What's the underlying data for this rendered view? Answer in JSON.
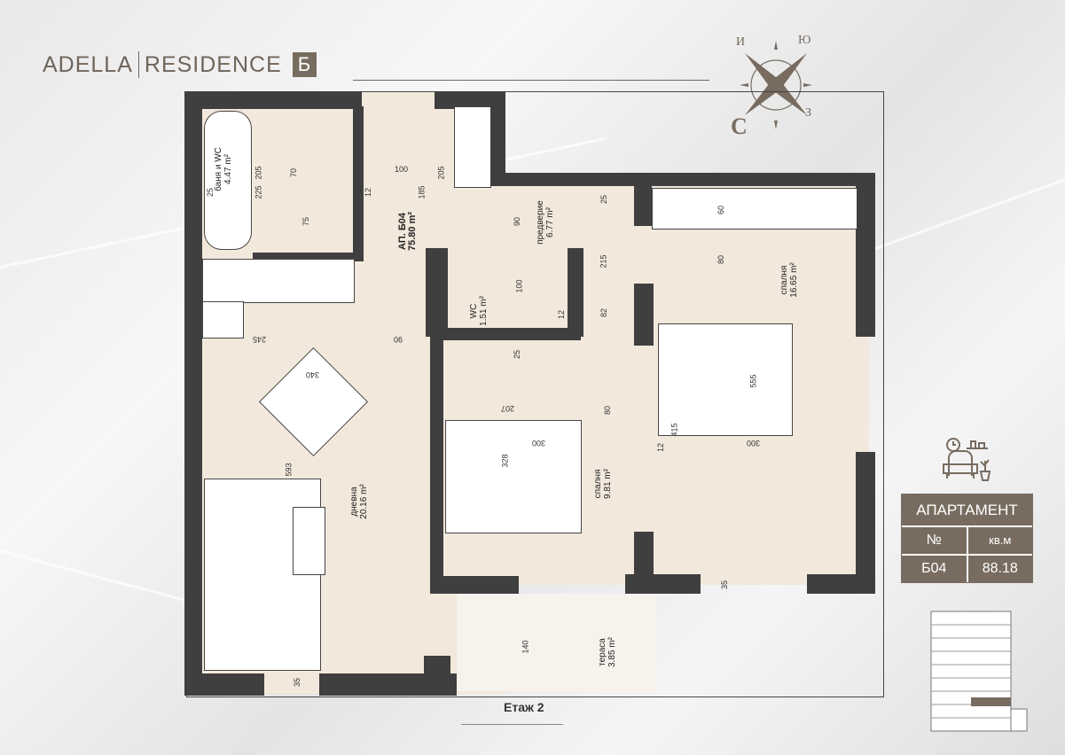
{
  "brand": {
    "name1": "ADELLA",
    "name2": "RESIDENCE",
    "block": "Б"
  },
  "compass": {
    "n": "И",
    "e": "Ю",
    "s": "З",
    "w": "С"
  },
  "rooms": {
    "bath": {
      "name": "баня и WC",
      "area": "4.47 m²"
    },
    "apt": {
      "name": "АП. Б04",
      "area": "75.80 m²"
    },
    "hall": {
      "name": "предверие",
      "area": "6.77 m²"
    },
    "wc": {
      "name": "WC",
      "area": "1.51 m²"
    },
    "bed1": {
      "name": "спалня",
      "area": "16.65 m²"
    },
    "bed2": {
      "name": "спалня",
      "area": "9.81 m²"
    },
    "living": {
      "name": "дневна",
      "area": "20.16 m²"
    },
    "terrace": {
      "name": "тераса",
      "area": "3.85 m²"
    }
  },
  "dims": [
    "205",
    "70",
    "225",
    "25",
    "75",
    "100",
    "205",
    "185",
    "12",
    "90",
    "25",
    "60",
    "80",
    "215",
    "82",
    "100",
    "12",
    "245",
    "90",
    "25",
    "340",
    "593",
    "207",
    "80",
    "300",
    "328",
    "555",
    "415",
    "300",
    "140",
    "35",
    "35",
    "12"
  ],
  "floor": "Етаж 2",
  "table": {
    "title": "АПАРТАМЕНТ",
    "col1": "№",
    "col2": "кв.м",
    "number": "Б04",
    "area": "88.18"
  },
  "colors": {
    "brand": "#786c60",
    "wall": "#3f3f3f",
    "floor": "#f2e8dc"
  }
}
